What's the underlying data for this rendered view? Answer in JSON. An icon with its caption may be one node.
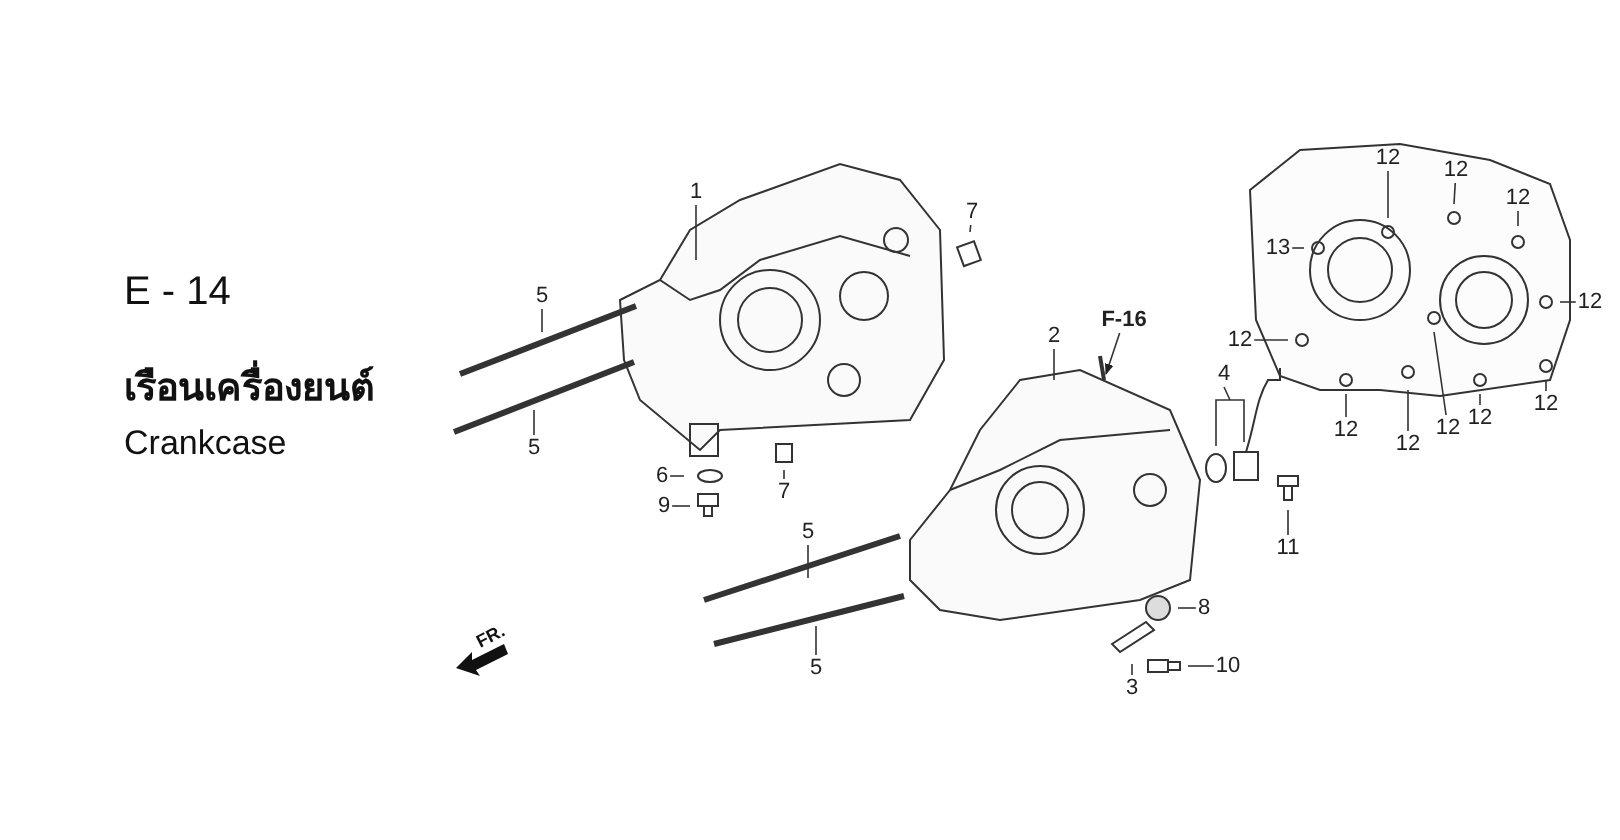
{
  "diagram": {
    "title": "E - 14",
    "nodes": [
      {
        "text": [
          "1"
        ]
      },
      {
        "text": [
          "5"
        ]
      },
      {
        "text": [
          "5"
        ]
      },
      {
        "text": [
          "7"
        ]
      },
      {
        "text": [
          "6"
        ]
      },
      {
        "text": [
          "7"
        ]
      },
      {
        "text": [
          "9"
        ]
      },
      {
        "text": [
          "2"
        ]
      },
      {
        "text": [
          "F-16"
        ]
      },
      {
        "text": [
          "4"
        ]
      },
      {
        "text": [
          "5"
        ]
      },
      {
        "text": [
          "8"
        ]
      },
      {
        "text": [
          "11"
        ]
      },
      {
        "text": [
          "10"
        ]
      },
      {
        "text": [
          "5"
        ]
      },
      {
        "text": [
          "3"
        ]
      },
      {
        "text": [
          "12"
        ]
      },
      {
        "text": [
          "12"
        ]
      },
      {
        "text": [
          "12"
        ]
      },
      {
        "text": [
          "13"
        ]
      },
      {
        "text": [
          "12"
        ]
      },
      {
        "text": [
          "12"
        ]
      },
      {
        "text": [
          "12"
        ]
      },
      {
        "text": [
          "12"
        ]
      },
      {
        "text": [
          "12"
        ]
      },
      {
        "text": [
          "12"
        ]
      },
      {
        "text": [
          "12"
        ]
      }
    ],
    "edges": [
      {
        "from": 0,
        "to": null,
        "arrow": "none"
      },
      {
        "from": 1,
        "to": null,
        "arrow": "none"
      },
      {
        "from": 2,
        "to": null,
        "arrow": "none"
      },
      {
        "from": 3,
        "to": null,
        "arrow": "none"
      },
      {
        "from": 4,
        "to": null,
        "arrow": "none"
      },
      {
        "from": 5,
        "to": null,
        "arrow": "none"
      },
      {
        "from": 6,
        "to": null,
        "arrow": "none"
      },
      {
        "from": 7,
        "to": null,
        "arrow": "none"
      },
      {
        "from": 8,
        "to": null,
        "arrow": "to"
      },
      {
        "from": 9,
        "to": null,
        "arrow": "none"
      },
      {
        "from": 10,
        "to": null,
        "arrow": "none"
      },
      {
        "from": 11,
        "to": null,
        "arrow": "none"
      },
      {
        "from": 12,
        "to": null,
        "arrow": "none"
      },
      {
        "from": 13,
        "to": null,
        "arrow": "none"
      },
      {
        "from": 14,
        "to": null,
        "arrow": "none"
      },
      {
        "from": 15,
        "to": null,
        "arrow": "none"
      },
      {
        "from": 16,
        "to": null,
        "arrow": "none"
      },
      {
        "from": 17,
        "to": null,
        "arrow": "none"
      },
      {
        "from": 18,
        "to": null,
        "arrow": "none"
      },
      {
        "from": 19,
        "to": null,
        "arrow": "none"
      },
      {
        "from": 20,
        "to": null,
        "arrow": "none"
      },
      {
        "from": 21,
        "to": null,
        "arrow": "none"
      },
      {
        "from": 22,
        "to": null,
        "arrow": "none"
      },
      {
        "from": 23,
        "to": null,
        "arrow": "none"
      },
      {
        "from": 24,
        "to": null,
        "arrow": "none"
      },
      {
        "from": 25,
        "to": null,
        "arrow": "none"
      },
      {
        "from": 26,
        "to": null,
        "arrow": "none"
      }
    ],
    "labels": [
      "เรือนเครื่องยนต์",
      "Crankcase",
      "FR."
    ]
  }
}
